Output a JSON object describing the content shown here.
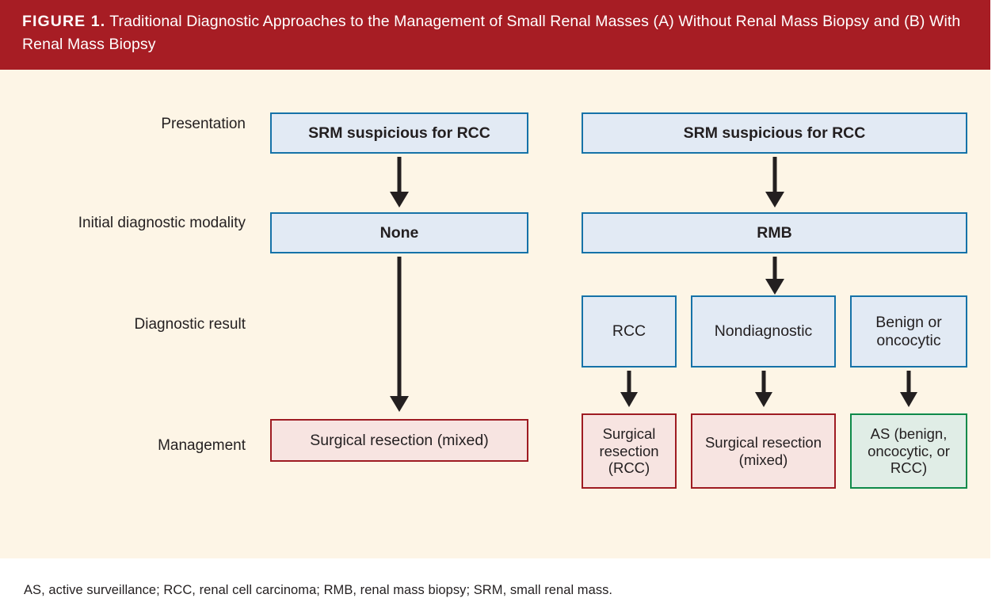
{
  "figure": {
    "label": "FIGURE 1.",
    "title": "Traditional Diagnostic Approaches to the Management of Small Renal Masses (A) Without Renal Mass Biopsy and (B) With Renal Mass Biopsy",
    "footnote": "AS, active surveillance; RCC, renal cell carcinoma; RMB, renal mass biopsy; SRM, small renal mass."
  },
  "colors": {
    "header_background": "#a71d24",
    "page_background": "#fdf5e6",
    "blue_box_fill": "#e2eaf4",
    "blue_box_border": "#1572a8",
    "red_box_fill": "#f7e4e1",
    "red_box_border": "#9e1b22",
    "green_box_fill": "#e0ede6",
    "green_box_border": "#0e8a4a",
    "text": "#231f20",
    "arrow": "#231f20"
  },
  "row_labels": [
    {
      "id": "presentation",
      "text": "Presentation"
    },
    {
      "id": "initial-diagnostic-modality",
      "text": "Initial diagnostic modality"
    },
    {
      "id": "diagnostic-result",
      "text": "Diagnostic result"
    },
    {
      "id": "management",
      "text": "Management"
    }
  ],
  "panel_a": {
    "presentation": "SRM suspicious for RCC",
    "initial_diagnostic_modality": "None",
    "diagnostic_result": "",
    "management": "Surgical resection (mixed)"
  },
  "panel_b": {
    "presentation": "SRM suspicious for RCC",
    "initial_diagnostic_modality": "RMB",
    "diagnostic_results": [
      "RCC",
      "Nondiagnostic",
      "Benign or oncocytic"
    ],
    "management": [
      "Surgical resection (RCC)",
      "Surgical resection (mixed)",
      "AS (benign, oncocytic, or RCC)"
    ]
  }
}
